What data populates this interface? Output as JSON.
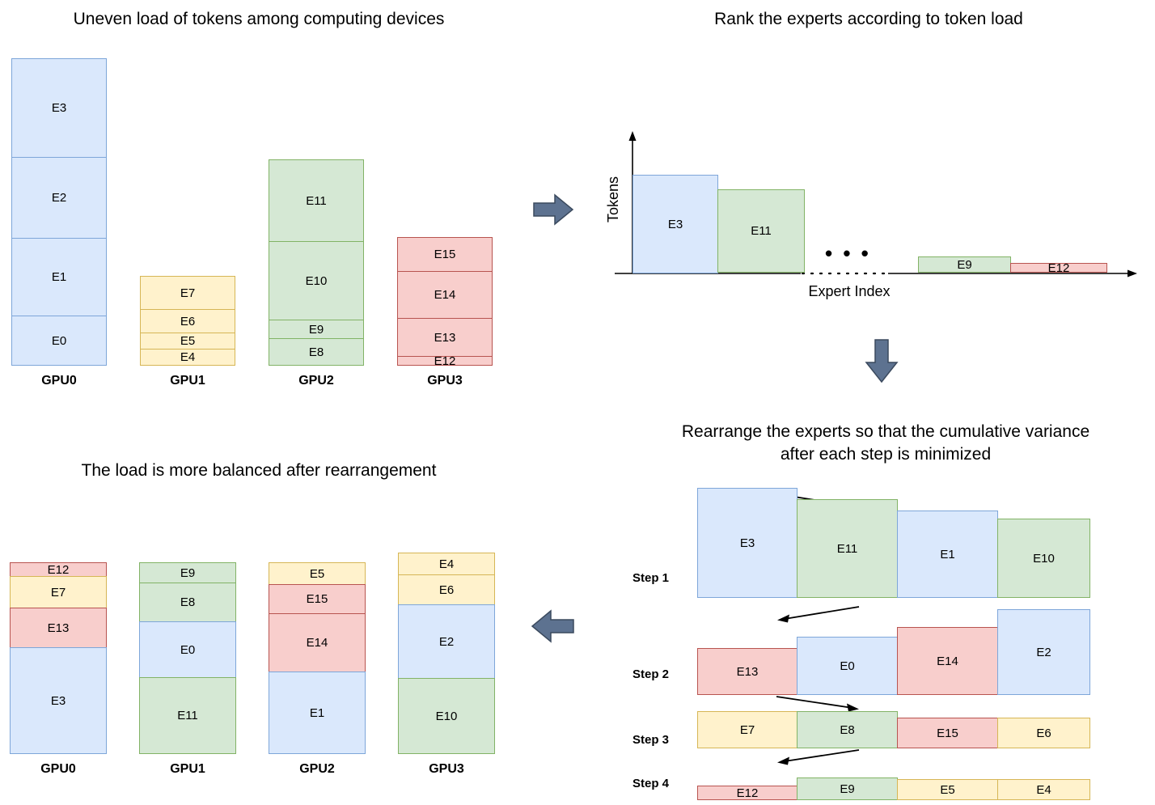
{
  "colors": {
    "blue_fill": "#dae8fc",
    "blue_stroke": "#7ea6d9",
    "green_fill": "#d5e8d4",
    "green_stroke": "#82b366",
    "red_fill": "#f8cecc",
    "red_stroke": "#b85450",
    "yellow_fill": "#fff2cc",
    "yellow_stroke": "#d6b656",
    "flow_arrow": "#5d7290",
    "flow_arrow_stroke": "#3b4a5e",
    "thin_arrow": "#000000"
  },
  "panels": {
    "before": {
      "title": "Uneven load of tokens among computing devices",
      "gpus": [
        {
          "label": "GPU0",
          "segments": [
            {
              "expert": "E3",
              "color": "blue",
              "tokens": 108
            },
            {
              "expert": "E2",
              "color": "blue",
              "tokens": 100
            },
            {
              "expert": "E1",
              "color": "blue",
              "tokens": 100
            },
            {
              "expert": "E0",
              "color": "blue",
              "tokens": 70
            }
          ]
        },
        {
          "label": "GPU1",
          "segments": [
            {
              "expert": "E7",
              "color": "yellow",
              "tokens": 42
            },
            {
              "expert": "E6",
              "color": "yellow",
              "tokens": 30
            },
            {
              "expert": "E5",
              "color": "yellow",
              "tokens": 20
            },
            {
              "expert": "E4",
              "color": "yellow",
              "tokens": 18
            }
          ]
        },
        {
          "label": "GPU2",
          "segments": [
            {
              "expert": "E11",
              "color": "green",
              "tokens": 105
            },
            {
              "expert": "E10",
              "color": "green",
              "tokens": 100
            },
            {
              "expert": "E9",
              "color": "green",
              "tokens": 24
            },
            {
              "expert": "E8",
              "color": "green",
              "tokens": 32
            }
          ]
        },
        {
          "label": "GPU3",
          "segments": [
            {
              "expert": "E15",
              "color": "red",
              "tokens": 43
            },
            {
              "expert": "E14",
              "color": "red",
              "tokens": 59
            },
            {
              "expert": "E13",
              "color": "red",
              "tokens": 48
            },
            {
              "expert": "E12",
              "color": "red",
              "tokens": 12
            }
          ]
        }
      ]
    },
    "rank": {
      "title": "Rank the experts according to token load",
      "ylabel": "Tokens",
      "xlabel": "Expert Index",
      "ellipsis": "• • •",
      "bars": [
        {
          "expert": "E3",
          "color": "blue",
          "height": 122
        },
        {
          "expert": "E11",
          "color": "green",
          "height": 103
        },
        {
          "expert": "E9",
          "color": "green",
          "height": 20
        },
        {
          "expert": "E12",
          "color": "red",
          "height": 12
        }
      ]
    },
    "rearrange": {
      "title": "Rearrange the experts so that the cumulative variance\nafter each step is minimized",
      "steps": [
        {
          "label": "Step 1",
          "direction": "right",
          "bars": [
            {
              "expert": "E3",
              "color": "blue",
              "height": 136
            },
            {
              "expert": "E11",
              "color": "green",
              "height": 122
            },
            {
              "expert": "E1",
              "color": "blue",
              "height": 108
            },
            {
              "expert": "E10",
              "color": "green",
              "height": 98
            }
          ]
        },
        {
          "label": "Step 2",
          "direction": "left",
          "bars": [
            {
              "expert": "E13",
              "color": "red",
              "height": 58
            },
            {
              "expert": "E0",
              "color": "blue",
              "height": 72
            },
            {
              "expert": "E14",
              "color": "red",
              "height": 84
            },
            {
              "expert": "E2",
              "color": "blue",
              "height": 106
            }
          ]
        },
        {
          "label": "Step 3",
          "direction": "right",
          "bars": [
            {
              "expert": "E7",
              "color": "yellow",
              "height": 46
            },
            {
              "expert": "E8",
              "color": "green",
              "height": 46
            },
            {
              "expert": "E15",
              "color": "red",
              "height": 38
            },
            {
              "expert": "E6",
              "color": "yellow",
              "height": 38
            }
          ]
        },
        {
          "label": "Step 4",
          "direction": "left",
          "bars": [
            {
              "expert": "E12",
              "color": "red",
              "height": 18
            },
            {
              "expert": "E9",
              "color": "green",
              "height": 28
            },
            {
              "expert": "E5",
              "color": "yellow",
              "height": 26
            },
            {
              "expert": "E4",
              "color": "yellow",
              "height": 26
            }
          ]
        }
      ]
    },
    "after": {
      "title": "The load is more balanced after rearrangement",
      "gpus": [
        {
          "label": "GPU0",
          "segments": [
            {
              "expert": "E12",
              "color": "red",
              "tokens": 15
            },
            {
              "expert": "E7",
              "color": "yellow",
              "tokens": 42
            },
            {
              "expert": "E13",
              "color": "red",
              "tokens": 50
            },
            {
              "expert": "E3",
              "color": "blue",
              "tokens": 130
            }
          ]
        },
        {
          "label": "GPU1",
          "segments": [
            {
              "expert": "E9",
              "color": "green",
              "tokens": 25
            },
            {
              "expert": "E8",
              "color": "green",
              "tokens": 47
            },
            {
              "expert": "E0",
              "color": "blue",
              "tokens": 70
            },
            {
              "expert": "E11",
              "color": "green",
              "tokens": 95
            }
          ]
        },
        {
          "label": "GPU2",
          "segments": [
            {
              "expert": "E5",
              "color": "yellow",
              "tokens": 28
            },
            {
              "expert": "E15",
              "color": "red",
              "tokens": 38
            },
            {
              "expert": "E14",
              "color": "red",
              "tokens": 75
            },
            {
              "expert": "E1",
              "color": "blue",
              "tokens": 100
            }
          ]
        },
        {
          "label": "GPU3",
          "segments": [
            {
              "expert": "E4",
              "color": "yellow",
              "tokens": 27
            },
            {
              "expert": "E6",
              "color": "yellow",
              "tokens": 38
            },
            {
              "expert": "E2",
              "color": "blue",
              "tokens": 90
            },
            {
              "expert": "E10",
              "color": "green",
              "tokens": 92
            }
          ]
        }
      ]
    }
  },
  "flow_arrows": [
    {
      "name": "arrow-before-to-rank",
      "direction": "right"
    },
    {
      "name": "arrow-rank-to-rearrange",
      "direction": "down"
    },
    {
      "name": "arrow-rearrange-to-after",
      "direction": "left"
    }
  ],
  "chart_data": {
    "type": "bar",
    "title": "Rank the experts according to token load",
    "xlabel": "Expert Index",
    "ylabel": "Tokens",
    "grid": false,
    "legend": "none",
    "note": "Bars sorted descending by token load; dotted ellipsis marks omitted middle experts.",
    "categories": [
      "E3",
      "E11",
      "...",
      "E9",
      "E12"
    ],
    "values": [
      122,
      103,
      null,
      20,
      12
    ],
    "ylim": [
      0,
      140
    ],
    "series_colors": [
      "#dae8fc",
      "#d5e8d4",
      null,
      "#d5e8d4",
      "#f8cecc"
    ]
  }
}
